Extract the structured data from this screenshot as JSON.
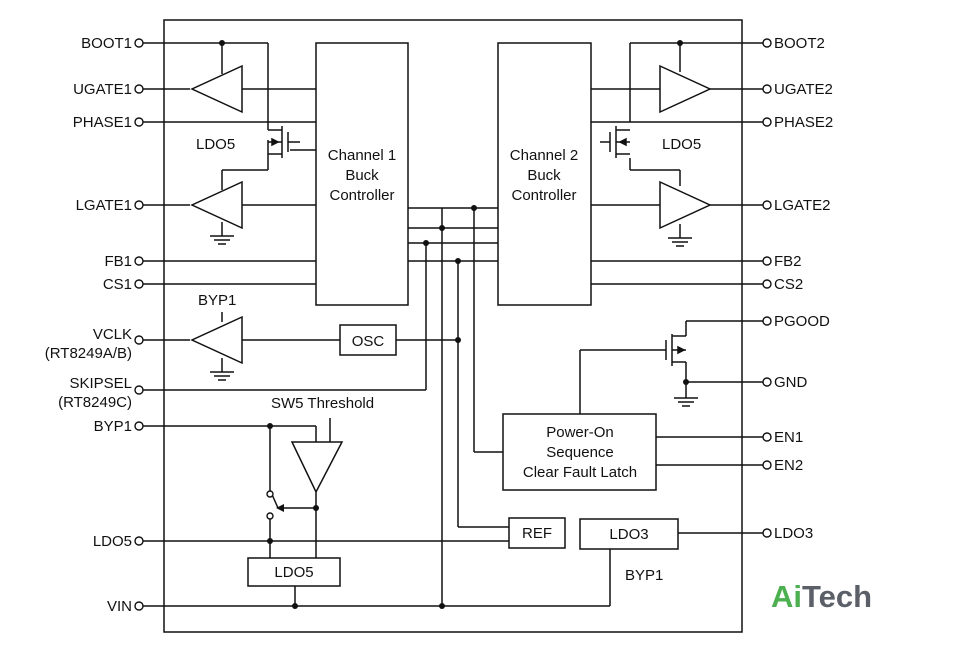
{
  "pins_left": {
    "boot1": "BOOT1",
    "ugate1": "UGATE1",
    "phase1": "PHASE1",
    "lgate1": "LGATE1",
    "fb1": "FB1",
    "cs1": "CS1",
    "vclk": "VCLK",
    "vclk_note": "(RT8249A/B)",
    "skipsel": "SKIPSEL",
    "skipsel_note": "(RT8249C)",
    "byp1": "BYP1",
    "ldo5": "LDO5",
    "vin": "VIN"
  },
  "pins_right": {
    "boot2": "BOOT2",
    "ugate2": "UGATE2",
    "phase2": "PHASE2",
    "lgate2": "LGATE2",
    "fb2": "FB2",
    "cs2": "CS2",
    "pgood": "PGOOD",
    "gnd": "GND",
    "en1": "EN1",
    "en2": "EN2",
    "ldo3": "LDO3"
  },
  "blocks": {
    "ch1": [
      "Channel 1",
      "Buck",
      "Controller"
    ],
    "ch2": [
      "Channel 2",
      "Buck",
      "Controller"
    ],
    "osc": "OSC",
    "power_on": [
      "Power-On",
      "Sequence",
      "Clear Fault Latch"
    ],
    "ref": "REF",
    "ldo3": "LDO3",
    "ldo5": "LDO5"
  },
  "internal_labels": {
    "ldo5_left": "LDO5",
    "ldo5_right": "LDO5",
    "byp1_top": "BYP1",
    "sw5_threshold": "SW5 Threshold",
    "byp1_bottom": "BYP1"
  },
  "logo": {
    "ai": "Ai",
    "tech": "Tech",
    "ai_color": "#4caf50",
    "tech_color": "#5b5f68"
  }
}
